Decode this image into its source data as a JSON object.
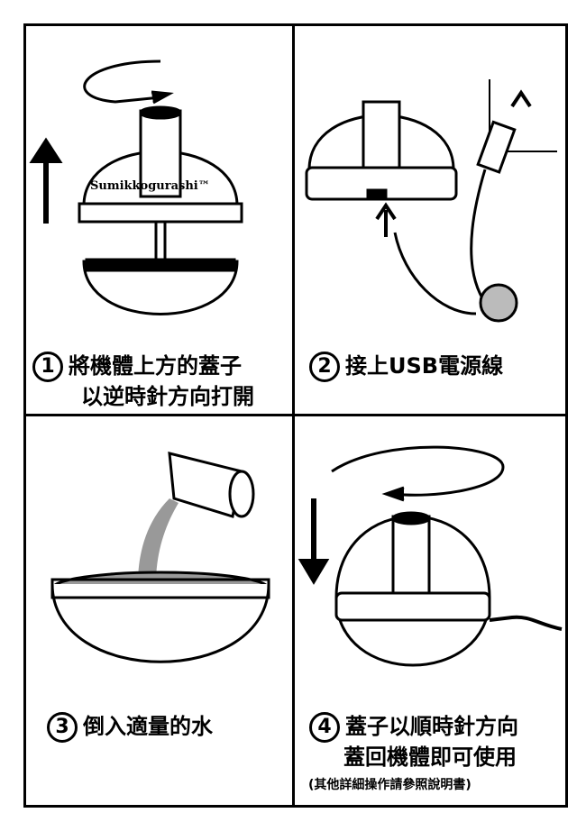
{
  "steps": [
    {
      "number": "1",
      "line1": "將機體上方的蓋子",
      "line2": "以逆時針方向打開"
    },
    {
      "number": "2",
      "line1": "接上USB電源線"
    },
    {
      "number": "3",
      "line1": "倒入適量的水"
    },
    {
      "number": "4",
      "line1": "蓋子以順時針方向",
      "line2": "蓋回機體即可使用"
    }
  ],
  "note": "(其他詳細操作請參照說明書)",
  "logo": "Sumikkogurashi™"
}
